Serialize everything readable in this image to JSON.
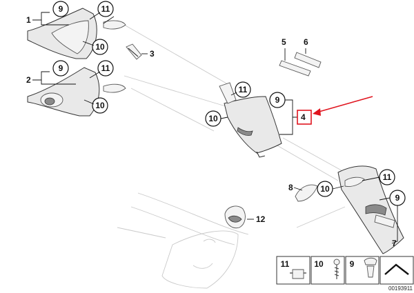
{
  "callouts": {
    "p1_label": "1",
    "p1_c9": "9",
    "p1_c11": "11",
    "p1_c10": "10",
    "p2_label": "2",
    "p2_c9": "9",
    "p2_c11": "11",
    "p2_c10": "10",
    "p3_label": "3",
    "p4_label": "4",
    "p4_c11": "11",
    "p4_c9": "9",
    "p4_c10": "10",
    "p5_label": "5",
    "p6_label": "6",
    "p7_label": "7",
    "p7_c11": "11",
    "p7_c10": "10",
    "p7_c9": "9",
    "p8_label": "8",
    "p12_label": "12"
  },
  "legend": {
    "item11": "11",
    "item10": "10",
    "item9": "9"
  },
  "diagram_code": "00193911",
  "colors": {
    "highlight": "#e0141e",
    "line": "#111111",
    "ghost": "#c9c9c9"
  }
}
